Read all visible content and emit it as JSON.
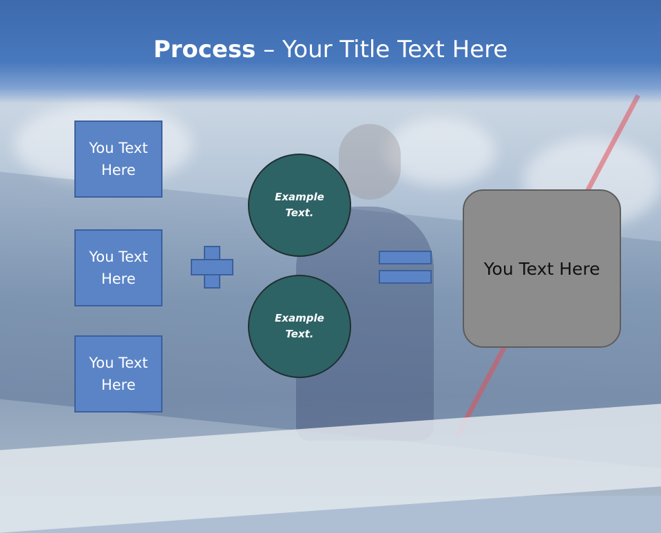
{
  "title": {
    "bold": "Process",
    "rest": " – Your Title Text Here"
  },
  "boxes": [
    {
      "line1": "You Text",
      "line2": "Here"
    },
    {
      "line1": "You Text",
      "line2": "Here"
    },
    {
      "line1": "You Text",
      "line2": "Here"
    }
  ],
  "circles": [
    {
      "line1": "Example",
      "line2": "Text."
    },
    {
      "line1": "Example",
      "line2": "Text."
    }
  ],
  "result": {
    "text": "You Text Here"
  },
  "colors": {
    "header": "#3d6aad",
    "box_fill": "#5b84c6",
    "circle_fill": "#2e6366",
    "result_fill": "#8c8c8c"
  },
  "icons": {
    "plus": "plus-icon",
    "equals": "equals-icon"
  }
}
